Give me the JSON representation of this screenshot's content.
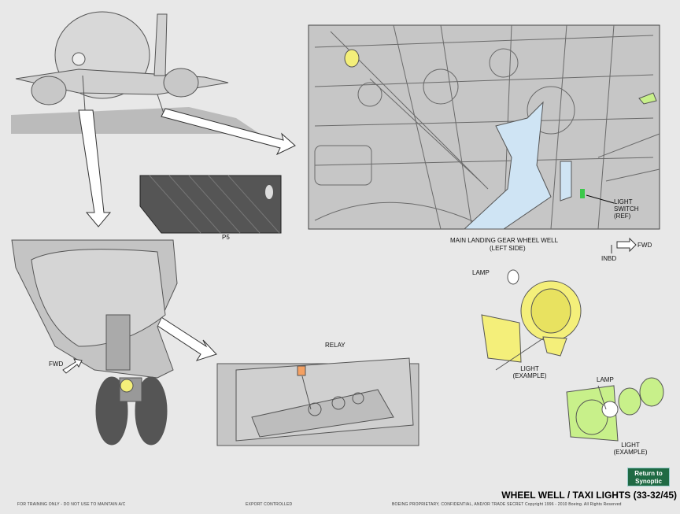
{
  "labels": {
    "p5": "P5",
    "main_gear_well": "MAIN LANDING GEAR WHEEL WELL",
    "left_side": "(LEFT SIDE)",
    "light_switch": "LIGHT SWITCH (REF)",
    "fwd_right": "FWD",
    "inbd": "INBD",
    "lamp_top": "LAMP",
    "light_example_top": "LIGHT (EXAMPLE)",
    "lamp_bottom": "LAMP",
    "light_example_bottom": "LIGHT (EXAMPLE)",
    "relay": "RELAY",
    "fwd_left": "FWD"
  },
  "nav": {
    "return_label": "Return to Synoptic"
  },
  "title": "WHEEL WELL / TAXI LIGHTS (33-32/45)",
  "footer": {
    "left": "FOR TRAINING ONLY - DO NOT USE TO MAINTAIN A/C",
    "middle": "EXPORT CONTROLLED",
    "right": "BOEING PROPRIETARY, CONFIDENTIAL, AND/OR TRADE SECRET   Copyright 1996 - 2010   Boeing. All Rights Reserved"
  },
  "colors": {
    "background": "#e8e8e8",
    "panel_gray": "#bdbdbd",
    "highlight_yellow": "#f4ef7a",
    "highlight_green": "#c8f08a",
    "highlight_blue": "#cfe4f4",
    "relay_orange": "#f4a062",
    "button_green": "#1f6a44"
  }
}
